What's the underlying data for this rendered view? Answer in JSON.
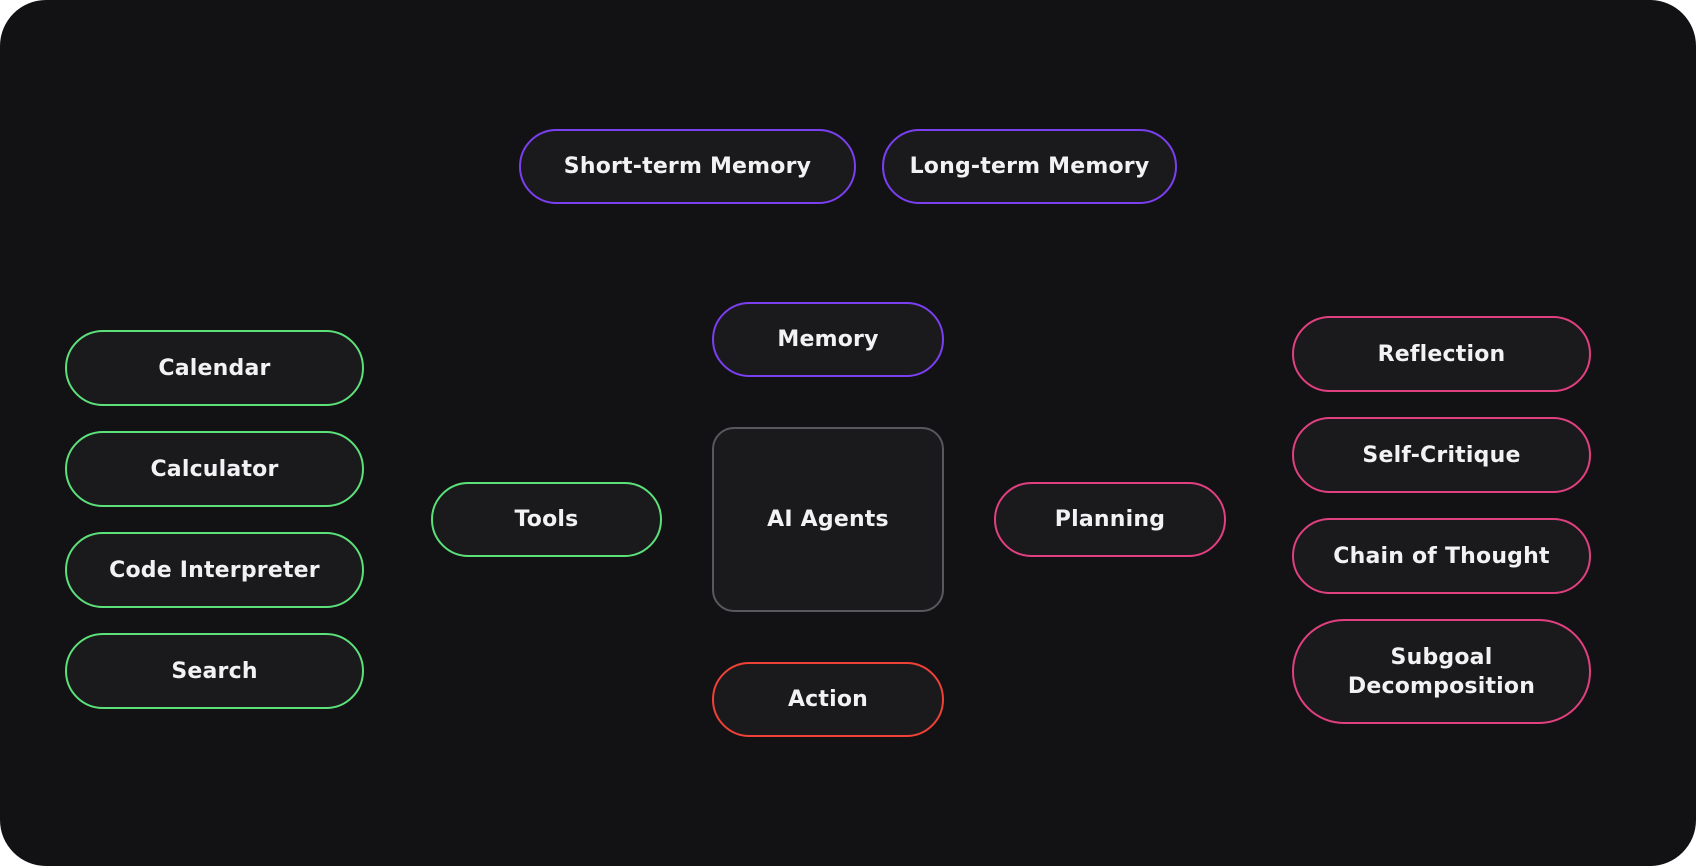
{
  "diagram": {
    "title": "AI Agents",
    "center": {
      "label": "AI Agents"
    },
    "memory": {
      "label": "Memory",
      "color": "#7b3ff0",
      "children": [
        {
          "label": "Short-term Memory"
        },
        {
          "label": "Long-term Memory"
        }
      ]
    },
    "tools": {
      "label": "Tools",
      "color": "#5ce07a",
      "children": [
        {
          "label": "Calendar"
        },
        {
          "label": "Calculator"
        },
        {
          "label": "Code Interpreter"
        },
        {
          "label": "Search"
        }
      ]
    },
    "planning": {
      "label": "Planning",
      "color": "#e0407f",
      "children": [
        {
          "label": "Reflection"
        },
        {
          "label": "Self-Critique"
        },
        {
          "label": "Chain of Thought"
        },
        {
          "label": "Subgoal Decomposition"
        }
      ]
    },
    "action": {
      "label": "Action",
      "color": "#ee4238"
    },
    "background_color": "#121114",
    "node_fill": "#1a191c",
    "core_border": "#59585c"
  }
}
